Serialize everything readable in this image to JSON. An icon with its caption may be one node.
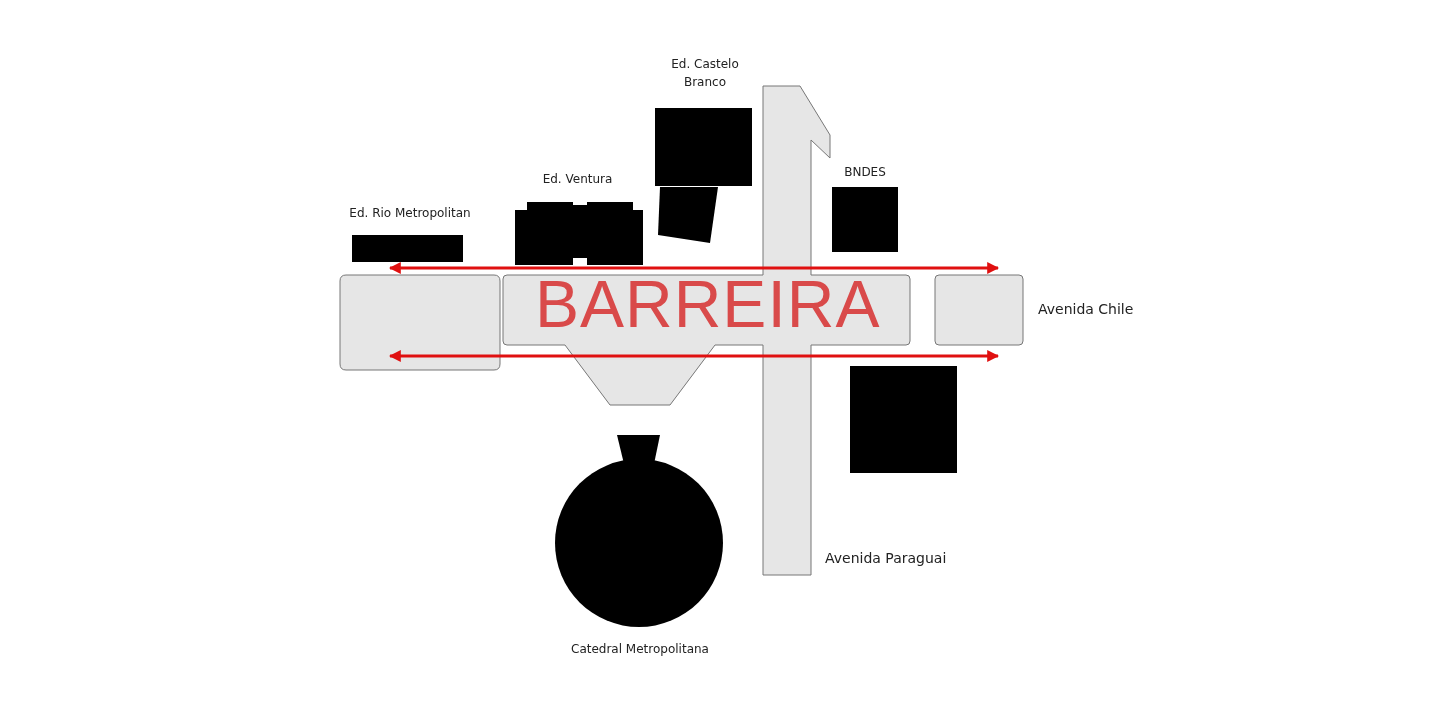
{
  "diagram": {
    "nodes": [
      {
        "text": [
          "Ed. Castelo Branco"
        ]
      },
      {
        "text": [],
        "shape": "box"
      },
      {
        "text": [
          "BNDES"
        ]
      },
      {
        "text": [
          "Ed. Ventura"
        ]
      },
      {
        "text": [
          "Ed. Rio Metropolitan"
        ]
      },
      {
        "text": [],
        "shape": "box"
      },
      {
        "text": [
          "Catedral Metropolitana"
        ]
      }
    ],
    "labels": [
      "BARREIRA",
      "Avenida Chile",
      "Avenida Paraguai"
    ]
  }
}
